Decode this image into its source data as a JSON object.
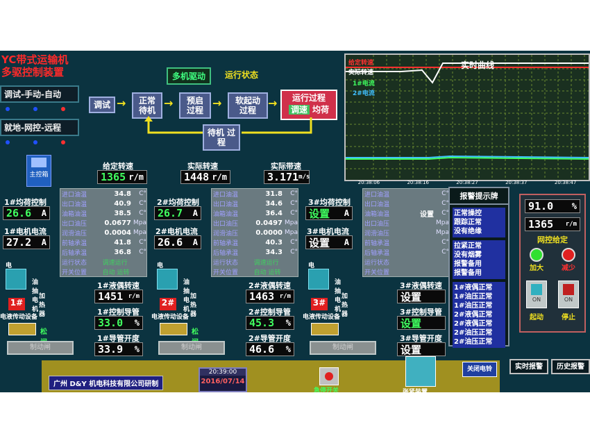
{
  "header": {
    "title_line1": "YC带式运输机",
    "title_line2": "多驱控制装置",
    "mode1": "调试-手动-自动",
    "mode2": "就地-网控-远程",
    "drive_label": "多机驱动",
    "run_state_label": "运行状态"
  },
  "flow": {
    "debug": "调试",
    "normal_standby": "正常 待机",
    "pre_start": "预启 过程",
    "soft_start": "软起动 过程",
    "run_process": "运行过程",
    "speed_adjust": "调速",
    "equal_load": "均荷",
    "standby_process": "待机 过程"
  },
  "speeds": {
    "given_label": "给定转速",
    "given_value": "1365",
    "given_unit": "r/m",
    "actual_label": "实际转速",
    "actual_value": "1448",
    "actual_unit": "r/m",
    "belt_label": "实际带速",
    "belt_value": "3.171",
    "belt_unit": "m/s"
  },
  "main_control_btn": "主控箱",
  "units": [
    {
      "load_label": "1#均荷控制",
      "load_value": "26.6",
      "load_unit": "A",
      "current_label": "1#电机电流",
      "current_value": "27.2",
      "current_unit": "A",
      "params": [
        {
          "l": "进口油温",
          "v": "34.8",
          "u": "C°"
        },
        {
          "l": "出口油温",
          "v": "40.9",
          "u": "C°"
        },
        {
          "l": "油箱油温",
          "v": "38.5",
          "u": "C°"
        },
        {
          "l": "出口油压",
          "v": "0.0677",
          "u": "Mpa"
        },
        {
          "l": "润滑油压",
          "v": "0.0004",
          "u": "Mpa"
        },
        {
          "l": "前轴承温",
          "v": "41.8",
          "u": "C°"
        },
        {
          "l": "后轴承温",
          "v": "36.8",
          "u": "C°"
        }
      ],
      "run_state": "运行状态",
      "run_state_val": "调速运行",
      "switch_pos": "开关位置",
      "switch_val": "自动 运转",
      "motor_label": "电动机",
      "oil_pump": "油抽电机",
      "heater": "加热器",
      "unit_tag": "1#",
      "drive_eq": "电液传动设备",
      "release": "松闸",
      "brake": "制动闸",
      "hydro_speed_label": "1#液偶转速",
      "hydro_speed_value": "1451",
      "hydro_speed_unit": "r/m",
      "guide_ctrl_label": "1#控制导管",
      "guide_ctrl_value": "33.0",
      "guide_ctrl_unit": "%",
      "guide_open_label": "1#导管开度",
      "guide_open_value": "33.9",
      "guide_open_unit": "%"
    },
    {
      "load_label": "2#均荷控制",
      "load_value": "26.7",
      "load_unit": "A",
      "current_label": "2#电机电流",
      "current_value": "26.6",
      "current_unit": "A",
      "params": [
        {
          "l": "进口油温",
          "v": "31.8",
          "u": "C°"
        },
        {
          "l": "出口油温",
          "v": "34.6",
          "u": "C°"
        },
        {
          "l": "油箱油温",
          "v": "36.4",
          "u": "C°"
        },
        {
          "l": "出口油压",
          "v": "0.0497",
          "u": "Mpa"
        },
        {
          "l": "润滑油压",
          "v": "0.0000",
          "u": "Mpa"
        },
        {
          "l": "前轴承温",
          "v": "40.3",
          "u": "C°"
        },
        {
          "l": "后轴承温",
          "v": "34.3",
          "u": "C°"
        }
      ],
      "run_state": "运行状态",
      "run_state_val": "调速运行",
      "switch_pos": "开关位置",
      "switch_val": "自动 运转",
      "motor_label": "电动机",
      "oil_pump": "油抽电机",
      "heater": "加热器",
      "unit_tag": "2#",
      "drive_eq": "电液传动设备",
      "release": "松闸",
      "brake": "制动闸",
      "hydro_speed_label": "2#液偶转速",
      "hydro_speed_value": "1463",
      "hydro_speed_unit": "r/m",
      "guide_ctrl_label": "2#控制导管",
      "guide_ctrl_value": "45.3",
      "guide_ctrl_unit": "%",
      "guide_open_label": "2#导管开度",
      "guide_open_value": "46.6",
      "guide_open_unit": "%"
    },
    {
      "load_label": "3#均荷控制",
      "load_value": "设置",
      "load_unit": "A",
      "current_label": "3#电机电流",
      "current_value": "设置",
      "current_unit": "A",
      "params": [
        {
          "l": "进口油温",
          "v": "",
          "u": "C°"
        },
        {
          "l": "出口油温",
          "v": "",
          "u": "C°"
        },
        {
          "l": "油箱油温",
          "v": "设置",
          "u": "C°"
        },
        {
          "l": "出口油压",
          "v": "",
          "u": "Mpa"
        },
        {
          "l": "润滑油压",
          "v": "",
          "u": "Mpa"
        },
        {
          "l": "前轴承温",
          "v": "",
          "u": "C°"
        },
        {
          "l": "后轴承温",
          "v": "",
          "u": "C°"
        }
      ],
      "run_state": "运行状态",
      "run_state_val": "",
      "switch_pos": "开关位置",
      "switch_val": "",
      "motor_label": "电动机",
      "oil_pump": "油抽电机",
      "heater": "加热器",
      "unit_tag": "3#",
      "drive_eq": "电液传动设备",
      "release": "",
      "brake": "制动闸",
      "hydro_speed_label": "3#液偶转速",
      "hydro_speed_value": "设置",
      "hydro_speed_unit": "",
      "guide_ctrl_label": "3#控制导管",
      "guide_ctrl_value": "设置",
      "guide_ctrl_unit": "",
      "guide_open_label": "3#导管开度",
      "guide_open_value": "设置",
      "guide_open_unit": ""
    }
  ],
  "chart": {
    "title": "实时曲线",
    "legend1": "给定转速",
    "legend2": "实际转速",
    "legend3": "1#电流",
    "legend4": "2#电流",
    "times": [
      "20:38:06",
      "20:38:16",
      "20:38:27",
      "20:38:37",
      "20:38:47"
    ],
    "colors": {
      "given": "#ff3030",
      "actual": "#ffffff",
      "current1": "#40ff60",
      "current2": "#40c0ff"
    }
  },
  "alarm": {
    "title": "报警提示牌",
    "group1": [
      "正常操控",
      "跟踪正常",
      "没有绝缘"
    ],
    "group2": [
      "拉紧正常",
      "没有烟雾",
      "报警备用",
      "报警备用"
    ],
    "group3": [
      "1#液偶正常",
      "1#油压正常",
      "1#油压正常",
      "2#液偶正常",
      "2#液偶正常",
      "2#油压正常",
      "2#油压正常"
    ]
  },
  "control": {
    "percent_value": "91.0",
    "percent_unit": "%",
    "speed_value": "1365",
    "speed_unit": "r/m",
    "net_given": "网控给定",
    "increase": "加大",
    "decrease": "减少",
    "on1": "ON",
    "on2": "ON",
    "start": "起动",
    "stop": "停止"
  },
  "footer": {
    "company": "广州 D&Y 机电科技有限公司研制",
    "time": "20:39:00",
    "date": "2016/07/14",
    "emergency": "急停开关",
    "tension": "张紧装置",
    "close_alarm": "关闭电铃",
    "realtime_alarm": "实时报警",
    "history_alarm": "历史报警"
  }
}
